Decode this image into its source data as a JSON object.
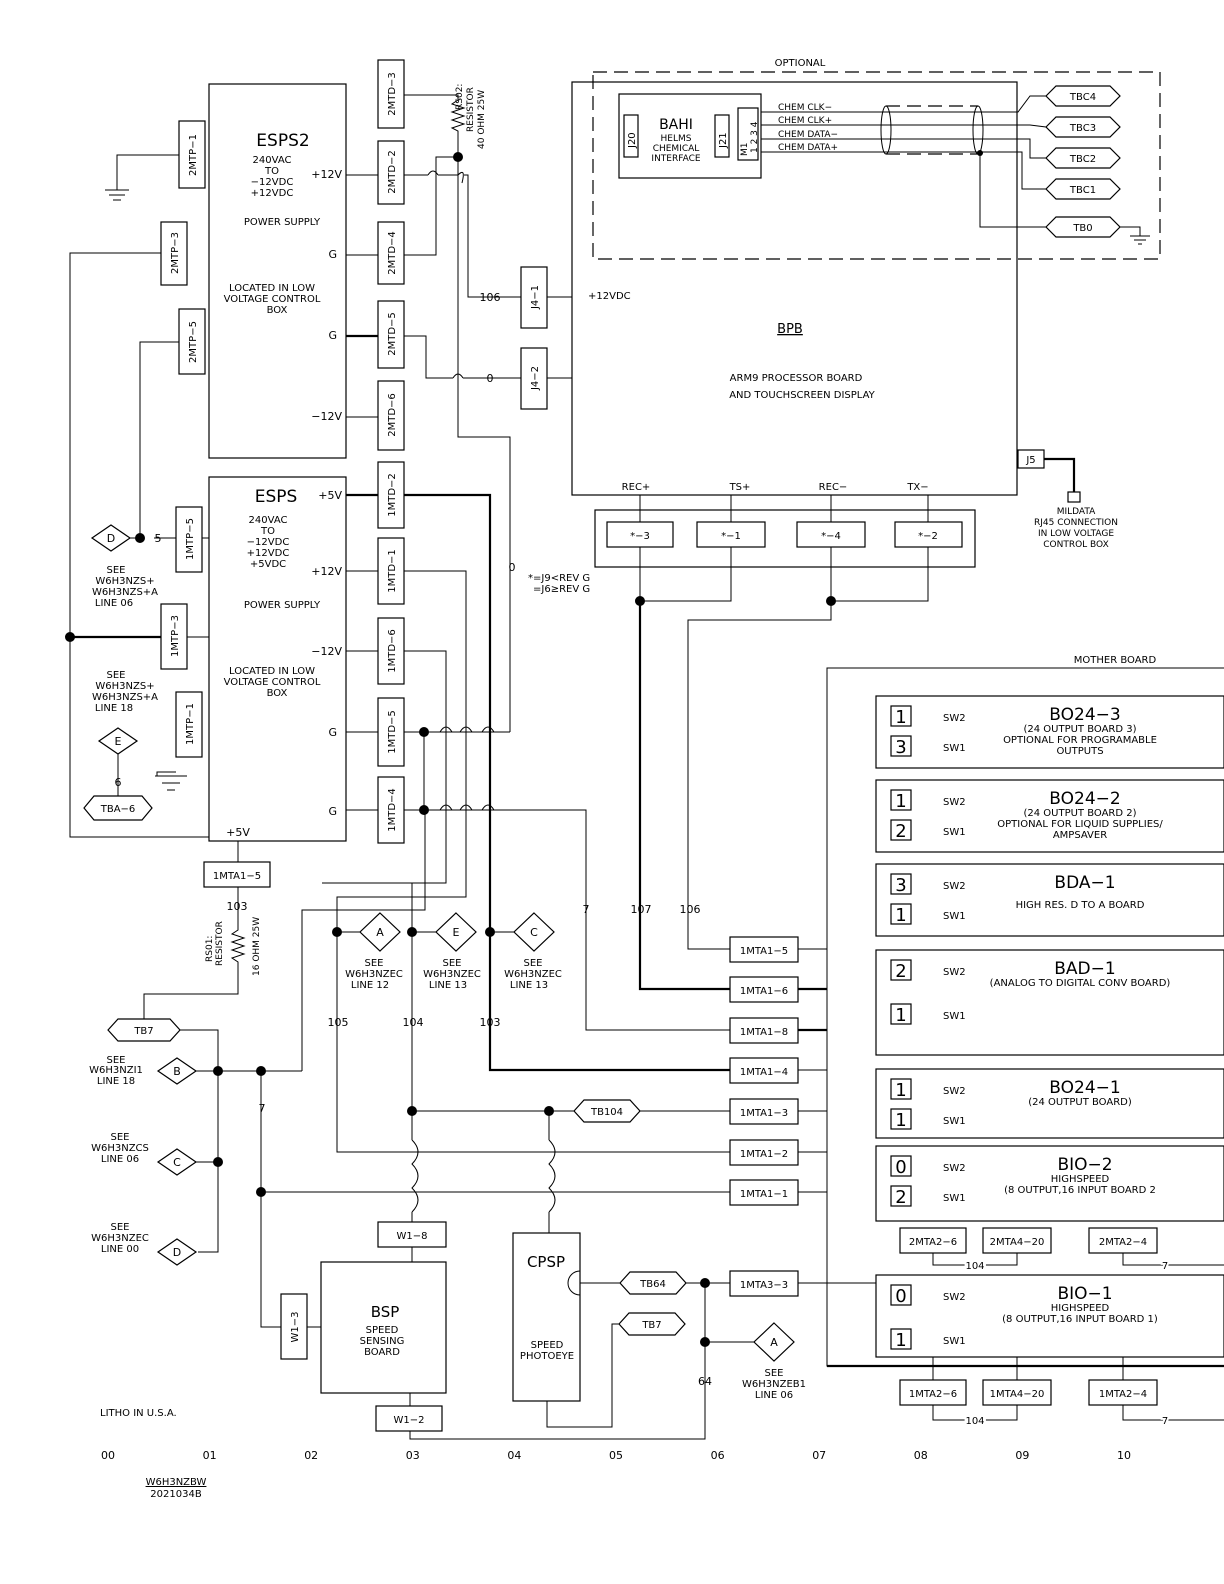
{
  "optional_label": "OPTIONAL",
  "mother_board_label": "MOTHER BOARD",
  "espS2": {
    "title": "ESPS2",
    "spec": [
      "240VAC",
      "TO",
      "−12VDC",
      "+12VDC"
    ],
    "function": "POWER SUPPLY",
    "location": [
      "LOCATED IN LOW",
      "VOLTAGE CONTROL",
      "BOX"
    ],
    "pins": [
      "+12V",
      "G",
      "G",
      "−12V"
    ]
  },
  "esps": {
    "title": "ESPS",
    "spec": [
      "240VAC",
      "TO",
      "−12VDC",
      "+12VDC",
      "+5VDC"
    ],
    "function": "POWER SUPPLY",
    "location": [
      "LOCATED IN LOW",
      "VOLTAGE CONTROL",
      "BOX"
    ],
    "pins": [
      "+5V",
      "+12V",
      "−12V",
      "G",
      "G",
      "+5V"
    ]
  },
  "connectors": {
    "mtd2": [
      "2MTD−3",
      "2MTD−2",
      "2MTD−4",
      "2MTD−5",
      "2MTD−6"
    ],
    "mtp2": [
      "2MTP−1",
      "2MTP−3",
      "2MTP−5"
    ],
    "mtd1": [
      "1MTD−2",
      "1MTD−1",
      "1MTD−6",
      "1MTD−5",
      "1MTD−4"
    ],
    "mtp1": [
      "1MTP−5",
      "1MTP−3",
      "1MTP−1"
    ],
    "j4": [
      "J4−1",
      "J4−2"
    ],
    "mta1_5": "1MTA1−5",
    "mta1": [
      "1MTA1−5",
      "1MTA1−6",
      "1MTA1−8",
      "1MTA1−4",
      "1MTA1−3",
      "1MTA1−2",
      "1MTA1−1"
    ],
    "mta3_3": "1MTA3−3",
    "w1_8": "W1−8",
    "w1_3": "W1−3",
    "w1_2": "W1−2",
    "j5": "J5",
    "rec": [
      "*−3",
      "*−1",
      "*−4",
      "*−2"
    ],
    "rec_labels": [
      "REC+",
      "TS+",
      "REC−",
      "TX−"
    ],
    "bio2_row": [
      "2MTA2−6",
      "2MTA4−20",
      "2MTA2−4"
    ],
    "bio1_row": [
      "1MTA2−6",
      "1MTA4−20",
      "1MTA2−4"
    ]
  },
  "resistors": {
    "rs02": [
      "RS02:",
      "RESISTOR",
      "40 OHM 25W"
    ],
    "rs01": [
      "RS01:",
      "RESISTOR",
      "16 OHM 25W"
    ]
  },
  "bahi": {
    "title": "BAHI",
    "desc": [
      "HELMS",
      "CHEMICAL",
      "INTERFACE"
    ],
    "j20": "J20",
    "j21": "J21",
    "m1": "M1",
    "m1_pins": "1 2 3 4",
    "signals": [
      "CHEM CLK−",
      "CHEM CLK+",
      "CHEM DATA−",
      "CHEM DATA+"
    ]
  },
  "terminals_right": [
    "TBC4",
    "TBC3",
    "TBC2",
    "TBC1",
    "TB0"
  ],
  "bpb": {
    "title": "BPB",
    "desc": [
      "ARM9 PROCESSOR BOARD",
      "AND TOUCHSCREEN DISPLAY"
    ],
    "voltage": "+12VDC"
  },
  "mildata": [
    "MILDATA",
    "RJ45 CONNECTION",
    "IN LOW VOLTAGE",
    "CONTROL BOX"
  ],
  "rev_note": [
    "*=J9<REV G",
    "=J6≥REV G"
  ],
  "wire_nums": {
    "w106a": "106",
    "w0a": "0",
    "w0b": "0",
    "w5": "5",
    "w6": "6",
    "w103": "103",
    "w7a": "7",
    "w107": "107",
    "w106b": "106",
    "w105": "105",
    "w104": "104",
    "w103b": "103",
    "w7b": "7",
    "w64": "64",
    "w104c": "104",
    "w7c": "7",
    "w104d": "104",
    "w7d": "7"
  },
  "refs": {
    "d_top": [
      "SEE",
      "W6H3NZS+",
      "W6H3NZS+A",
      "LINE 06"
    ],
    "e_top": [
      "SEE",
      "W6H3NZS+",
      "W6H3NZS+A",
      "LINE 18"
    ],
    "a_mid": [
      "SEE",
      "W6H3NZEC",
      "LINE 12"
    ],
    "e_mid": [
      "SEE",
      "W6H3NZEC",
      "LINE 13"
    ],
    "c_mid": [
      "SEE",
      "W6H3NZEC",
      "LINE 13"
    ],
    "b_left": [
      "SEE",
      "W6H3NZI1",
      "LINE 18"
    ],
    "c_left": [
      "SEE",
      "W6H3NZCS",
      "LINE 06"
    ],
    "d_left": [
      "SEE",
      "W6H3NZEC",
      "LINE 00"
    ],
    "a_bot": [
      "SEE",
      "W6H3NZEB1",
      "LINE 06"
    ]
  },
  "diamonds": {
    "d1": "D",
    "e1": "E",
    "a": "A",
    "e2": "E",
    "c": "C",
    "b": "B",
    "c2": "C",
    "d2": "D",
    "a2": "A"
  },
  "tags": {
    "tba6": "TBA−6",
    "tb7": "TB7",
    "tb104": "TB104",
    "tb64": "TB64",
    "tb7b": "TB7"
  },
  "boards": [
    {
      "name": "BO24−3",
      "desc": [
        "(24 OUTPUT BOARD 3)",
        "OPTIONAL FOR PROGRAMABLE",
        "OUTPUTS"
      ],
      "sw2": "1",
      "sw1": "3"
    },
    {
      "name": "BO24−2",
      "desc": [
        "(24 OUTPUT BOARD 2)",
        "OPTIONAL FOR LIQUID SUPPLIES/",
        "AMPSAVER"
      ],
      "sw2": "1",
      "sw1": "2"
    },
    {
      "name": "BDA−1",
      "desc": [
        "HIGH RES. D TO A BOARD"
      ],
      "sw2": "3",
      "sw1": "1"
    },
    {
      "name": "BAD−1",
      "desc": [
        "(ANALOG TO DIGITAL CONV BOARD)"
      ],
      "sw2": "2",
      "sw1": "1"
    },
    {
      "name": "BO24−1",
      "desc": [
        "(24 OUTPUT BOARD)"
      ],
      "sw2": "1",
      "sw1": "1"
    },
    {
      "name": "BIO−2",
      "desc": [
        "HIGHSPEED",
        "(8 OUTPUT,16 INPUT BOARD 2"
      ],
      "sw2": "0",
      "sw1": "2"
    },
    {
      "name": "BIO−1",
      "desc": [
        "HIGHSPEED",
        "(8 OUTPUT,16 INPUT BOARD 1)"
      ],
      "sw2": "0",
      "sw1": "1"
    }
  ],
  "sw_labels": {
    "sw2": "SW2",
    "sw1": "SW1"
  },
  "bsp": {
    "title": "BSP",
    "desc": [
      "SPEED",
      "SENSING",
      "BOARD"
    ]
  },
  "cpsp": {
    "title": "CPSP",
    "desc": [
      "SPEED",
      "PHOTOEYE"
    ]
  },
  "footer": {
    "litho": "LITHO IN U.S.A.",
    "columns": [
      "00",
      "01",
      "02",
      "03",
      "04",
      "05",
      "06",
      "07",
      "08",
      "09",
      "10"
    ],
    "drawing_id": "W6H3NZBW",
    "drawing_rev": "2021034B"
  }
}
